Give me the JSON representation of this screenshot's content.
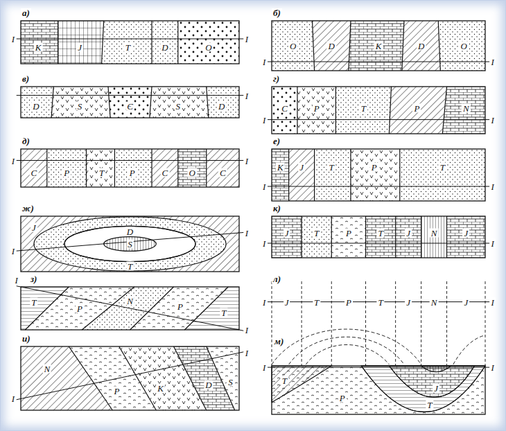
{
  "diagram": {
    "nodes": [
      {
        "text": [
          "а)"
        ]
      },
      {
        "text": [
          "б)"
        ]
      },
      {
        "text": [
          "в)"
        ]
      },
      {
        "text": [
          "г)"
        ]
      },
      {
        "text": [
          "д)"
        ]
      },
      {
        "text": [
          "е)"
        ]
      },
      {
        "text": [
          "ж)"
        ]
      },
      {
        "text": [
          "к)"
        ]
      },
      {
        "text": [
          "з)"
        ]
      },
      {
        "text": [
          "л)"
        ]
      },
      {
        "text": [
          "и)"
        ]
      },
      {
        "text": [
          "м)"
        ]
      }
    ],
    "labels": [
      "I",
      "K",
      "J",
      "T",
      "D",
      "O",
      "I",
      "I",
      "O",
      "D",
      "K",
      "D",
      "O",
      "I",
      "D",
      "S",
      "Є",
      "S",
      "D",
      "I",
      "I",
      "C",
      "P",
      "T",
      "P",
      "N",
      "I",
      "I",
      "C",
      "P",
      "T",
      "P",
      "C",
      "O",
      "C",
      "I",
      "I",
      "K",
      "J",
      "T",
      "P",
      "T",
      "I",
      "I",
      "J",
      "D",
      "S",
      "T",
      "I",
      "I",
      "J",
      "T",
      "P",
      "T",
      "J",
      "N",
      "J",
      "I",
      "I",
      "T",
      "P",
      "N",
      "P",
      "T",
      "I",
      "I",
      "J",
      "T",
      "P",
      "T",
      "J",
      "N",
      "J",
      "I",
      "I",
      "N",
      "P",
      "K",
      "D",
      "S",
      "I",
      "I",
      "T",
      "P",
      "J",
      "T",
      "I"
    ]
  }
}
